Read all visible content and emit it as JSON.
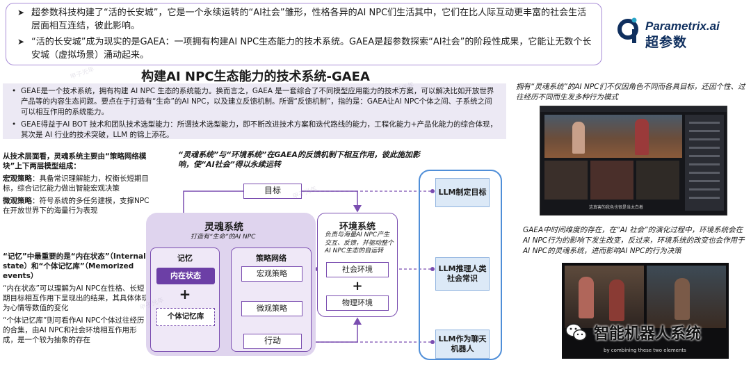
{
  "top_bullets": [
    "超参数科技构建了“活的长安城”，它是一个永续运转的“AI社会”雏形，性格各异的AI NPC们生活其中，它们在比人际互动更丰富的社会生活层面相互连结，彼此影响。",
    "“活的长安城”成为现实的是GAEA：一项拥有构建AI NPC生态能力的技术系统。GAEA是超参数探索“AI社会”的阶段性成果，它能让无数个长安城（虚拟场景）涌动起来。"
  ],
  "logo": {
    "en": "Parametrix.ai",
    "cn": "超参数",
    "icon": "parametrix-logo-icon",
    "color": "#0f2f5e",
    "accent": "#2aa6c9"
  },
  "section_title": "构建AI NPC生态能力的技术系统-GAEA",
  "gaea_bullets": [
    "GEAE是一个技术系统，拥有构建 AI NPC 生态的系统能力。换而言之，GAEA 是一套综合了不同模型应用能力的技术方案，可以解决比如开放世界产品等的内容生态问题。要点在于打造有“生命”的AI NPC，以及建立反馈机制。所谓“反馈机制”，指的是：GAEA让AI NPC个体之间、子系统之间可以相互作用的系统能力。",
    "GEAE得益于AI BOT 技术和团队技术选型能力：所谓技术选型能力，即不断改进技术方案和迭代路线的能力，工程化能力+产品化能力的综合体现，其次是 AI 行业的技术突破，LLM 的锦上添花。"
  ],
  "left_notes": {
    "intro": "从技术层面看，灵魂系统主要由“策略网络模块”上下两层模型组成：",
    "macro_label": "宏观策略",
    "macro_text": "：具备常识理解能力，权衡长短期目标，综合记忆能力做出智能宏观决策",
    "micro_label": "微观策略",
    "micro_text": "：符号系统的多任务建模，支撑NPC在开放世界下的海量行为表现",
    "memory_title": "“记忆”中最重要的是“内在状态”（Internal state）和“个体记忆库”（Memorized events）",
    "internal_state": "“内在状态”可以理解为AI NPC在性格、长短期目标相互作用下呈现出的结果，其具体体现为心情等数值的变化",
    "memory_bank": "“个体记忆库”则可看作AI NPC个体过往经历的合集，由AI NPC和社会环境相互作用形成，是一个较为抽象的存在"
  },
  "diagram": {
    "caption": "“灵魂系统”与“环境系统”在GAEA的反馈机制下相互作用，彼此施加影响，使“AI社会”得以永续运转",
    "goal": "目标",
    "action": "行动",
    "soul": {
      "title": "灵魂系统",
      "subtitle": "打造有“生命”的AI NPC"
    },
    "memory": {
      "title": "记忆",
      "internal": "内在状态",
      "plus": "+",
      "bank": "个体记忆库"
    },
    "strategy": {
      "title": "策略网络",
      "macro": "宏观策略",
      "micro": "微观策略"
    },
    "env": {
      "title": "环境系统",
      "subtitle": "负责与海量AI NPC产生交互、反馈，并驱动整个AI NPC生态的自运转",
      "social": "社会环境",
      "plus": "+",
      "physical": "物理环境"
    },
    "llm": [
      "LLM制定目标",
      "LLM推理人类社会常识",
      "LLM作为聊天机器人"
    ],
    "colors": {
      "purple": "#7a4db0",
      "purple_fill": "#6c3fa6",
      "soul_bg": "#dfd4ee",
      "llm_border": "#4f8ed8",
      "llm_fill": "#dce9f7"
    }
  },
  "right": {
    "caption1": "拥有“灵魂系统”的AI NPC们不仅因角色不同而各具目标，还因个性、过往经历不同而生发多种行为模式",
    "shot1_subtitle": "这真害的我色也很是当太白着",
    "caption2": "GAEA中时间维度的存在，在“AI 社会”的演化过程中，环境系统会在AI NPC行为的影响下发生改变，反过来，环境系统的改变也会作用于AI NPC的灵魂系统，进而影响AI NPC的行为决策",
    "shot2_subtitle": "by combining these two elements",
    "wechat_text": "智能机器人系统",
    "wechat_icon": "wechat-icon"
  },
  "watermark": "甲子光年"
}
